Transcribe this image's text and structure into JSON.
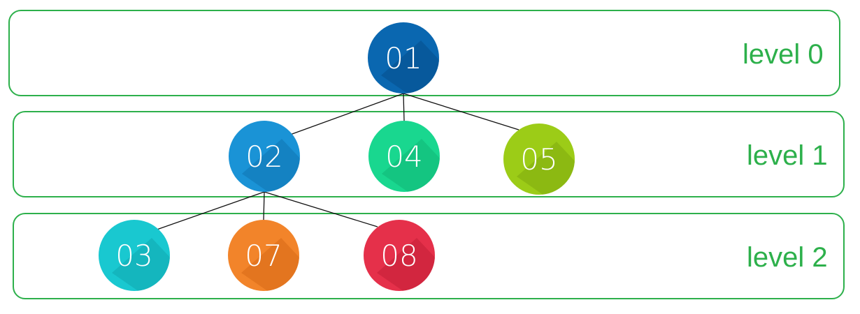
{
  "levels": [
    {
      "label": "level 0"
    },
    {
      "label": "level 1"
    },
    {
      "label": "level 2"
    }
  ],
  "nodes": [
    {
      "id": "n01",
      "text": "01",
      "color": "#0a67b0",
      "shade": "#064f8c"
    },
    {
      "id": "n02",
      "text": "02",
      "color": "#1a93d6",
      "shade": "#1175b3"
    },
    {
      "id": "n04",
      "text": "04",
      "color": "#19d78f",
      "shade": "#10b676"
    },
    {
      "id": "n05",
      "text": "05",
      "color": "#9ccc17",
      "shade": "#7faa0f"
    },
    {
      "id": "n03",
      "text": "03",
      "color": "#19c8d0",
      "shade": "#10a7ae"
    },
    {
      "id": "n07",
      "text": "07",
      "color": "#f2842a",
      "shade": "#d76a15"
    },
    {
      "id": "n08",
      "text": "08",
      "color": "#e5304a",
      "shade": "#c21f37"
    }
  ],
  "edges": [
    {
      "from": "n01",
      "to": "n02"
    },
    {
      "from": "n01",
      "to": "n04"
    },
    {
      "from": "n01",
      "to": "n05"
    },
    {
      "from": "n02",
      "to": "n03"
    },
    {
      "from": "n02",
      "to": "n07"
    },
    {
      "from": "n02",
      "to": "n08"
    }
  ],
  "colors": {
    "band_border": "#2db04b",
    "label": "#2db04b",
    "edge": "#111111"
  }
}
